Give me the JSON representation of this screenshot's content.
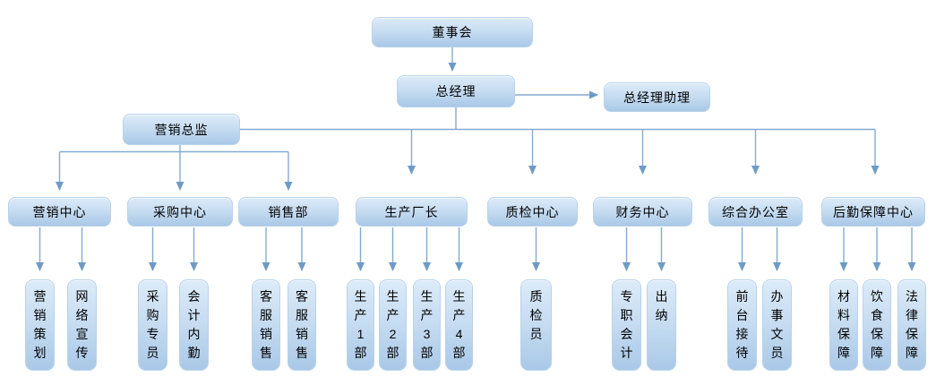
{
  "org_chart": {
    "nodes": {
      "board": "董事会",
      "general_manager": "总经理",
      "gm_assistant": "总经理助理",
      "marketing_director": "营销总监"
    },
    "departments": [
      "营销中心",
      "采购中心",
      "销售部",
      "生产厂长",
      "质检中心",
      "财务中心",
      "综合办公室",
      "后勤保障中心"
    ],
    "staff": [
      "营销策划",
      "网络宣传",
      "采购专员",
      "会计内勤",
      "客服销售",
      "客服销售",
      "生产1部",
      "生产2部",
      "生产3部",
      "生产4部",
      "质检员",
      "专职会计",
      "出纳",
      "前台接待",
      "办事文员",
      "材料保障",
      "饮食保障",
      "法律保障"
    ],
    "edges": [
      [
        "董事会",
        "总经理"
      ],
      [
        "总经理",
        "总经理助理"
      ],
      [
        "总经理",
        "营销总监"
      ],
      [
        "总经理",
        "生产厂长"
      ],
      [
        "总经理",
        "质检中心"
      ],
      [
        "总经理",
        "财务中心"
      ],
      [
        "总经理",
        "综合办公室"
      ],
      [
        "总经理",
        "后勤保障中心"
      ],
      [
        "营销总监",
        "营销中心"
      ],
      [
        "营销总监",
        "采购中心"
      ],
      [
        "营销总监",
        "销售部"
      ],
      [
        "营销中心",
        "营销策划"
      ],
      [
        "营销中心",
        "网络宣传"
      ],
      [
        "采购中心",
        "采购专员"
      ],
      [
        "采购中心",
        "会计内勤"
      ],
      [
        "销售部",
        "客服销售"
      ],
      [
        "销售部",
        "客服销售"
      ],
      [
        "生产厂长",
        "生产1部"
      ],
      [
        "生产厂长",
        "生产2部"
      ],
      [
        "生产厂长",
        "生产3部"
      ],
      [
        "生产厂长",
        "生产4部"
      ],
      [
        "质检中心",
        "质检员"
      ],
      [
        "财务中心",
        "专职会计"
      ],
      [
        "财务中心",
        "出纳"
      ],
      [
        "综合办公室",
        "前台接待"
      ],
      [
        "综合办公室",
        "办事文员"
      ],
      [
        "后勤保障中心",
        "材料保障"
      ],
      [
        "后勤保障中心",
        "饮食保障"
      ],
      [
        "后勤保障中心",
        "法律保障"
      ]
    ],
    "colors": {
      "box_fill_top": "#dcebf8",
      "box_fill_bottom": "#a9c8e7",
      "box_border": "#b9d2ea",
      "connector_line": "#84aacf",
      "arrowhead": "#6d9bc5",
      "text": "#000000",
      "background": "#ffffff"
    }
  }
}
